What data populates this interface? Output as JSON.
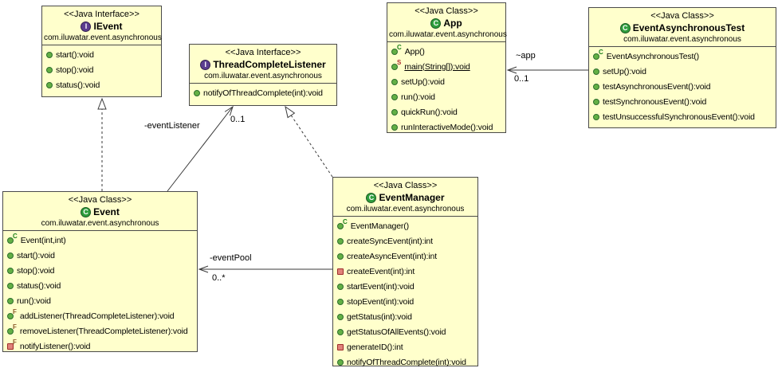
{
  "colors": {
    "box_fill": "#ffffcc",
    "box_border": "#4a4a4a",
    "public_method_icon": "#63b045",
    "private_method_icon": "#e0837a",
    "interface_icon": "#5b3d8f",
    "class_icon": "#2f9e3d",
    "constructor_badge": "#1a7f1a",
    "static_badge": "#b03030",
    "final_badge": "#8a5a2a"
  },
  "classes": [
    {
      "id": "ievent",
      "stereotype": "<<Java Interface>>",
      "icon_letter": "I",
      "name": "IEvent",
      "package": "com.iluwatar.event.asynchronous",
      "methods": [
        {
          "visibility": "public",
          "label": "start():void"
        },
        {
          "visibility": "public",
          "label": "stop():void"
        },
        {
          "visibility": "public",
          "label": "status():void"
        }
      ]
    },
    {
      "id": "threadcompletelistener",
      "stereotype": "<<Java Interface>>",
      "icon_letter": "I",
      "name": "ThreadCompleteListener",
      "package": "com.iluwatar.event.asynchronous",
      "methods": [
        {
          "visibility": "public",
          "label": "notifyOfThreadComplete(int):void"
        }
      ]
    },
    {
      "id": "app",
      "stereotype": "<<Java Class>>",
      "icon_letter": "C",
      "name": "App",
      "package": "com.iluwatar.event.asynchronous",
      "methods": [
        {
          "visibility": "public",
          "sup": "C",
          "label": "App()"
        },
        {
          "visibility": "public",
          "sup": "S",
          "label": "main(String[]):void",
          "underline": true
        },
        {
          "visibility": "public",
          "label": "setUp():void"
        },
        {
          "visibility": "public",
          "label": "run():void"
        },
        {
          "visibility": "public",
          "label": "quickRun():void"
        },
        {
          "visibility": "public",
          "label": "runInteractiveMode():void"
        }
      ]
    },
    {
      "id": "eventasynchronoustest",
      "stereotype": "<<Java Class>>",
      "icon_letter": "C",
      "name": "EventAsynchronousTest",
      "package": "com.iluwatar.event.asynchronous",
      "methods": [
        {
          "visibility": "public",
          "sup": "C",
          "label": "EventAsynchronousTest()"
        },
        {
          "visibility": "public",
          "label": "setUp():void"
        },
        {
          "visibility": "public",
          "label": "testAsynchronousEvent():void"
        },
        {
          "visibility": "public",
          "label": "testSynchronousEvent():void"
        },
        {
          "visibility": "public",
          "label": "testUnsuccessfulSynchronousEvent():void"
        }
      ]
    },
    {
      "id": "event",
      "stereotype": "<<Java Class>>",
      "icon_letter": "C",
      "name": "Event",
      "package": "com.iluwatar.event.asynchronous",
      "methods": [
        {
          "visibility": "public",
          "sup": "C",
          "label": "Event(int,int)"
        },
        {
          "visibility": "public",
          "label": "start():void"
        },
        {
          "visibility": "public",
          "label": "stop():void"
        },
        {
          "visibility": "public",
          "label": "status():void"
        },
        {
          "visibility": "public",
          "label": "run():void"
        },
        {
          "visibility": "public",
          "sup": "F",
          "label": "addListener(ThreadCompleteListener):void"
        },
        {
          "visibility": "public",
          "sup": "F",
          "label": "removeListener(ThreadCompleteListener):void"
        },
        {
          "visibility": "private",
          "sup": "F",
          "label": "notifyListener():void"
        }
      ]
    },
    {
      "id": "eventmanager",
      "stereotype": "<<Java Class>>",
      "icon_letter": "C",
      "name": "EventManager",
      "package": "com.iluwatar.event.asynchronous",
      "methods": [
        {
          "visibility": "public",
          "sup": "C",
          "label": "EventManager()"
        },
        {
          "visibility": "public",
          "label": "createSyncEvent(int):int"
        },
        {
          "visibility": "public",
          "label": "createAsyncEvent(int):int"
        },
        {
          "visibility": "private",
          "label": "createEvent(int):int"
        },
        {
          "visibility": "public",
          "label": "startEvent(int):void"
        },
        {
          "visibility": "public",
          "label": "stopEvent(int):void"
        },
        {
          "visibility": "public",
          "label": "getStatus(int):void"
        },
        {
          "visibility": "public",
          "label": "getStatusOfAllEvents():void"
        },
        {
          "visibility": "private",
          "label": "generateID():int"
        },
        {
          "visibility": "public",
          "label": "notifyOfThreadComplete(int):void"
        }
      ]
    }
  ],
  "edge_labels": {
    "event_listener_role": "-eventListener",
    "event_listener_mult": "0..1",
    "app_role": "~app",
    "app_mult": "0..1",
    "event_pool_role": "-eventPool",
    "event_pool_mult": "0..*"
  }
}
